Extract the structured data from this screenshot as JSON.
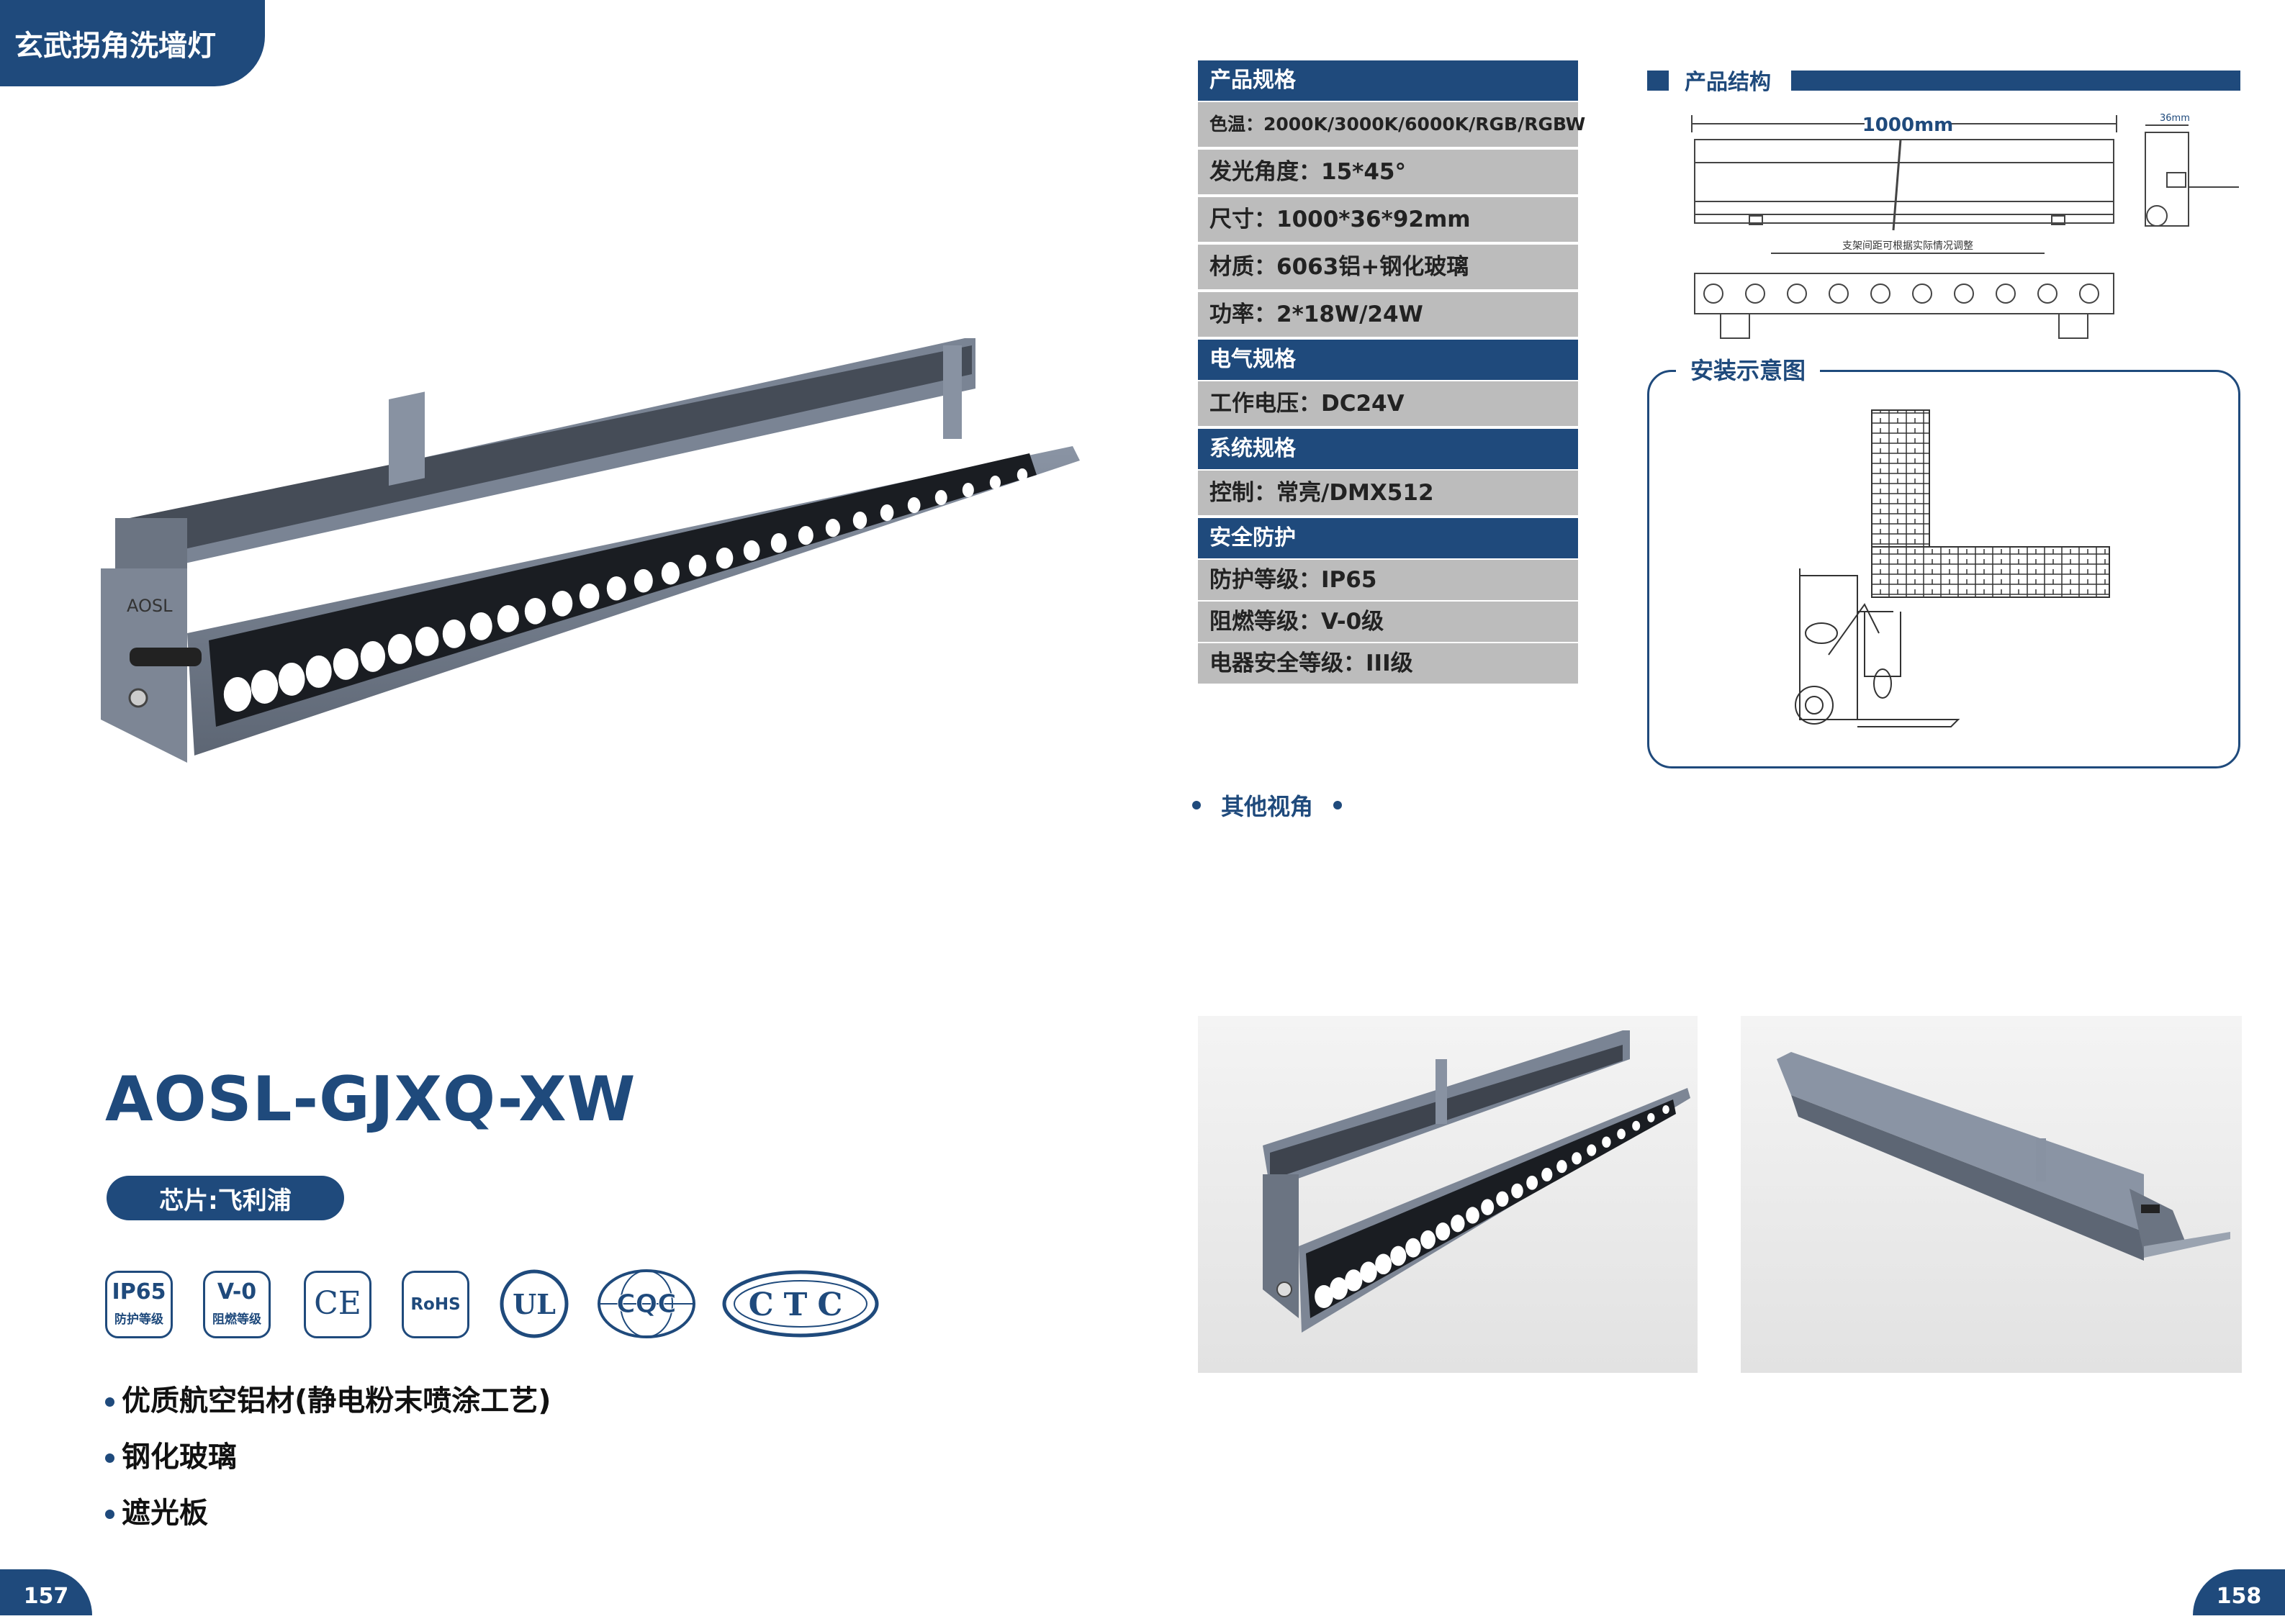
{
  "header": {
    "title": "玄武拐角洗墙灯"
  },
  "specs": {
    "product_heading": "产品规格",
    "color_temp": "色温：2000K/3000K/6000K/RGB/RGBW",
    "beam_angle": "发光角度：15*45°",
    "size": "尺寸：1000*36*92mm",
    "material": "材质：6063铝+钢化玻璃",
    "power": "功率：2*18W/24W",
    "electrical_heading": "电气规格",
    "voltage": "工作电压：DC24V",
    "system_heading": "系统规格",
    "control": "控制：常亮/DMX512",
    "safety_heading": "安全防护",
    "ip_rating": "防护等级：IP65",
    "flame_rating": "阻燃等级：V-0级",
    "electrical_safety": "电器安全等级：III级"
  },
  "structure": {
    "heading": "产品结构",
    "length_label": "1000mm",
    "width_label": "36mm",
    "bracket_note": "支架间距可根据实际情况调整"
  },
  "install": {
    "heading": "安装示意图"
  },
  "other_views": {
    "label": "其他视角"
  },
  "product": {
    "model": "AOSL-GJXQ-XW",
    "chip": "芯片:飞利浦",
    "logo_text": "AOSL"
  },
  "certs": {
    "ip65": "IP65",
    "ip65_sub": "防护等级",
    "v0": "V-0",
    "v0_sub": "阻燃等级",
    "ce": "CE",
    "rohs": "RoHS",
    "ul": "UL",
    "cqc": "CQC",
    "ctc": "CTC"
  },
  "features": [
    "优质航空铝材(静电粉末喷涂工艺)",
    "钢化玻璃",
    "遮光板"
  ],
  "pages": {
    "left": "157",
    "right": "158"
  },
  "colors": {
    "brand": "#1f4a7c",
    "spec_row": "#bcbcbc"
  }
}
